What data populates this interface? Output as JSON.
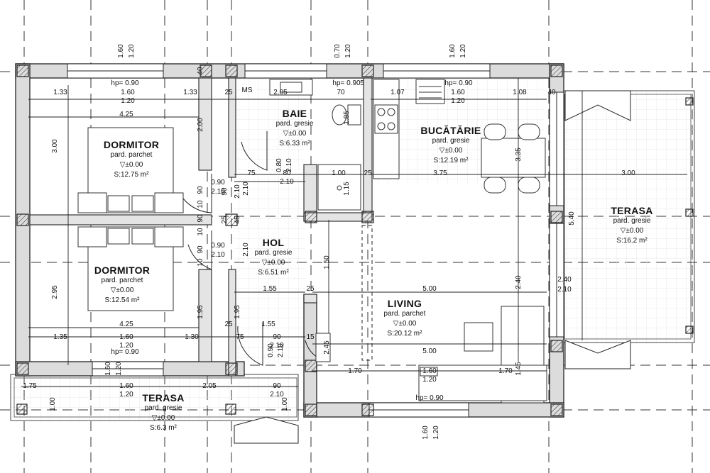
{
  "rooms": [
    {
      "name": "DORMITOR",
      "floor": "pard. parchet",
      "level": "±0.00",
      "area": "S:12.75 m²"
    },
    {
      "name": "DORMITOR",
      "floor": "pard. parchet",
      "level": "±0.00",
      "area": "S:12.54 m²"
    },
    {
      "name": "BAIE",
      "floor": "pard. gresie",
      "level": "±0.00",
      "area": "S:6.33 m²"
    },
    {
      "name": "BUCĂTĂRIE",
      "floor": "pard. gresie",
      "level": "±0.00",
      "area": "S:12.19 m²"
    },
    {
      "name": "HOL",
      "floor": "pard. gresie",
      "level": "±0.00",
      "area": "S:6.51 m²"
    },
    {
      "name": "LIVING",
      "floor": "pard. parchet",
      "level": "±0.00",
      "area": "S:20.12 m²"
    },
    {
      "name": "TERASA",
      "floor": "pard. gresie",
      "level": "±0.00",
      "area": "S:16.2 m²"
    },
    {
      "name": "TERASA",
      "floor": "pard. gresie",
      "level": "±0.00",
      "area": "S:6.3 m²"
    }
  ],
  "level_symbol": "▽",
  "dimensions": {
    "h": [
      "1.33",
      "1.60",
      "1.20",
      "1.33",
      "25",
      "2.05",
      "70",
      "1.07",
      "1.60",
      "1.20",
      "1.08",
      "40",
      "4.25",
      "1.00",
      "25",
      "3.75",
      "75",
      "80",
      "2.10",
      "3.00",
      "1.55",
      "25",
      "5.00",
      "4.25",
      "1.35",
      "1.60",
      "1.20",
      "1.30",
      "25",
      "75",
      "1.55",
      "90",
      "2.10",
      "15",
      "5.00",
      "1.70",
      "1.60",
      "1.20",
      "1.70",
      "1.75",
      "1.60",
      "1.20",
      "2.05",
      "90",
      "2.10",
      "2.40",
      "2.10",
      "0.90",
      "2.10",
      "0.90",
      "2.10"
    ],
    "v": [
      "3.00",
      "2.00",
      "0.80",
      "2.10",
      "90",
      "10",
      "90",
      "2.10",
      "25",
      "45",
      "90",
      "10",
      "2.10",
      "2.95",
      "1.95",
      "1.95",
      "1.85",
      "1.15",
      "3.35",
      "5.40",
      "1.50",
      "2.40",
      "1.45",
      "0.90",
      "2.10",
      "1.00",
      "1.00",
      "2.45",
      "10",
      "90",
      "2.10",
      "40"
    ],
    "top": [
      "1.60",
      "1.20",
      "0.70",
      "1.20",
      "1.60",
      "1.20"
    ],
    "bottom": [
      "1.60",
      "1.20",
      "1.60",
      "1.20"
    ]
  },
  "sills": [
    "hp= 0.90",
    "hp= 0.90",
    "hp= 0.90",
    "hp= 0.90",
    "hp= 0.90"
  ],
  "fixtures": {
    "ms": "MS",
    "baie_5": "5"
  },
  "colors": {
    "line": "#222222",
    "wall": "#d8d8d8",
    "grid": "#2a2a2a",
    "terrace_tile": "#e2e2e2"
  }
}
